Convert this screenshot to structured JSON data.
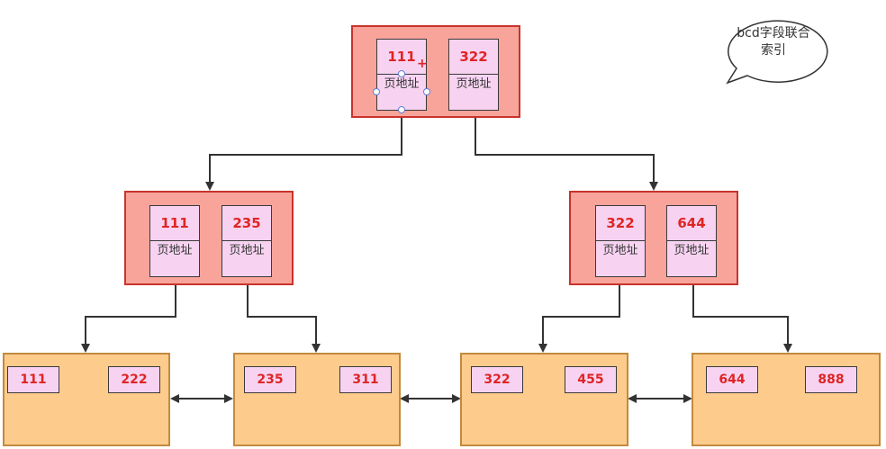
{
  "annotation": {
    "line1": "bcd字段联合",
    "line2": "索引"
  },
  "root": {
    "keys": [
      "111",
      "322"
    ],
    "addr_label": "页地址"
  },
  "internal": [
    {
      "keys": [
        "111",
        "235"
      ],
      "addr_label": "页地址"
    },
    {
      "keys": [
        "322",
        "644"
      ],
      "addr_label": "页地址"
    }
  ],
  "leaves": [
    {
      "keys": [
        "111",
        "222"
      ]
    },
    {
      "keys": [
        "235",
        "311"
      ]
    },
    {
      "keys": [
        "322",
        "455"
      ]
    },
    {
      "keys": [
        "644",
        "888"
      ]
    }
  ],
  "colors": {
    "node_fill": "#f8a49b",
    "node_border": "#c9332c",
    "leaf_fill": "#fdcc8d",
    "key_fill": "#f7d3f1",
    "key_text": "#e02424"
  }
}
